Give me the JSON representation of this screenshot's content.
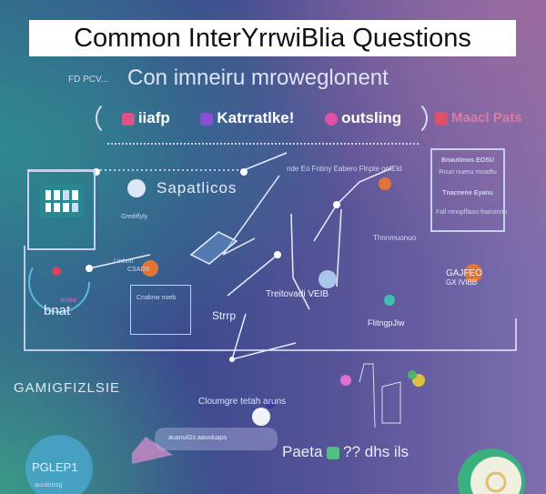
{
  "title": "Common InterYrrwiBlia Questions",
  "subtitle": "Con imneiru mroweglonent",
  "subtitle_prefix": "FD PCV...",
  "pill_items": [
    "iiafp",
    "Katrratlke!",
    "outsling"
  ],
  "pill_side": "Maacl Pats",
  "diagram": {
    "heading": "Sapatlicos",
    "heading_caption": "Grediflyly",
    "top_caption": "nde Eo Fntiny Eabero Flnpte onfEld",
    "right_box": {
      "title": "Bnautimos EOSU",
      "line": "Rnuo nuenu moadtu",
      "label": "Tnacnene Eyanu",
      "footer": "Fall mnnpfllasu foanonnn"
    },
    "mid_label": "Thnnmuonuo",
    "node_labels": [
      "LInhnn",
      "CSADS",
      "Treitovadi VEIB",
      "Strrp",
      "FIitngpJiw",
      "GAJFEO",
      "GX IVIBB",
      "bnat",
      "aoaa"
    ],
    "box_text": "Cnabnw noeb"
  },
  "bottom": {
    "left_label": "GAMIGFIZLSIE",
    "center_caption": "Cloumgre tetah aruns",
    "bar_text": "auanuiGs aaooiuaps",
    "row_text": "Paeta",
    "row_text2": "?? dhs ils",
    "circle_label": "PGLEP1",
    "circle_sub": "auuitinrsg"
  },
  "colors": {
    "accent_pink": "#e0508a",
    "accent_orange": "#e0753a",
    "accent_teal": "#3dbfb0",
    "accent_purple": "#8a4fd0"
  }
}
